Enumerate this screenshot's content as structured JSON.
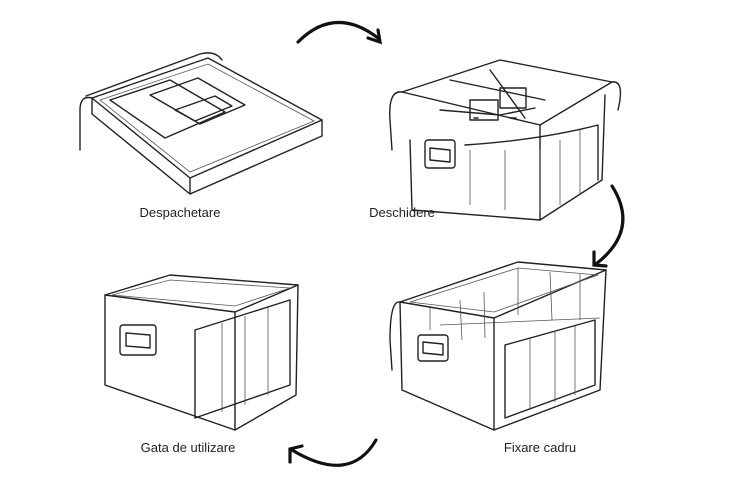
{
  "steps": [
    {
      "label": "Despachetare"
    },
    {
      "label": "Deschidere"
    },
    {
      "label": "Fixare cadru"
    },
    {
      "label": "Gata de utilizare"
    }
  ],
  "colors": {
    "line": "#222222",
    "background": "#ffffff"
  }
}
